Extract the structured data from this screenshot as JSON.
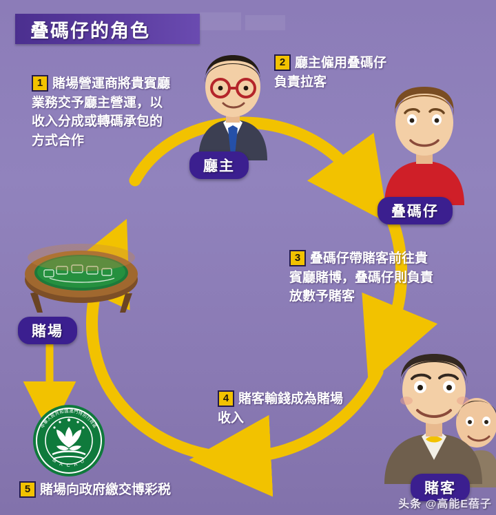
{
  "title": "叠碼仔的角色",
  "diagram": {
    "type": "cycle-flow",
    "accent_color": "#f2c200",
    "background_color": "#8d7eb8",
    "title_bar_color": "#4b2f8f",
    "pill_color": "#3b1f8f",
    "steps": [
      {
        "number": "1",
        "text": "賭場營運商將貴賓廳業務交予廳主營運，以收入分成或轉碼承包的方式合作"
      },
      {
        "number": "2",
        "text": "廳主僱用叠碼仔負責拉客"
      },
      {
        "number": "3",
        "text": "叠碼仔帶賭客前往貴賓廳賭博，叠碼仔則負責放數予賭客"
      },
      {
        "number": "4",
        "text": "賭客輸錢成為賭場收入"
      },
      {
        "number": "5",
        "text": "賭場向政府繳交博彩税"
      }
    ],
    "roles": [
      {
        "label": "廳主"
      },
      {
        "label": "叠碼仔"
      },
      {
        "label": "賭場"
      },
      {
        "label": "賭客"
      }
    ],
    "emblem": {
      "name": "macau-sar-emblem",
      "ring_text_top": "中華人民共和國澳門特別行政區",
      "ring_text_bottom": "M A C A U"
    }
  },
  "watermark": {
    "source": "头条",
    "handle": "@高能E蓓子"
  }
}
